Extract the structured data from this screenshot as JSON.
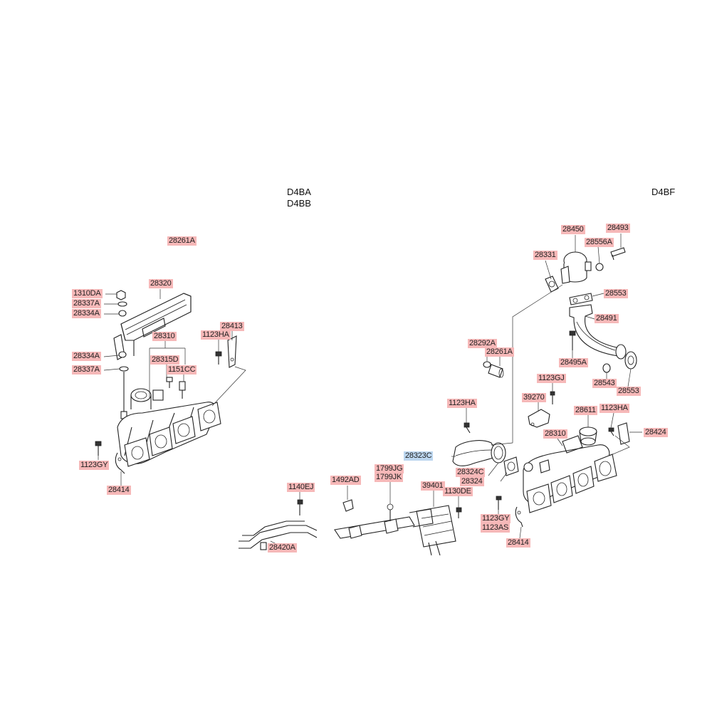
{
  "engine_headers": {
    "left": [
      "D4BA",
      "D4BB"
    ],
    "right": "D4BF"
  },
  "left_labels": {
    "assembly": "28261A",
    "heat_shield": "28320",
    "nut": "1310DA",
    "washer_a_top": "28337A",
    "spacer_top": "28334A",
    "spacer_bottom": "28334A",
    "washer_a_bottom": "28337A",
    "manifold": "28310",
    "stud": "28315D",
    "plug": "1151CC",
    "bolt_bracket": "1123HA",
    "bracket": "28413",
    "bolt_gy": "1123GY",
    "hanger": "28414"
  },
  "right_labels": {
    "egr_valve": "28450",
    "bolt_egr": "28493",
    "washer_egr": "28556A",
    "gasket_egr": "28331",
    "gasket_pipe": "28553",
    "egr_pipe": "28491",
    "bolt_pipe": "28495A",
    "nut_pipe": "28543",
    "gasket_pipe_end": "28553",
    "sleeve_a": "28292A",
    "sleeve_b": "28261A",
    "bolt_gj": "1123GJ",
    "sensor": "39270",
    "cap": "28611",
    "bolt_ha_right": "1123HA",
    "bracket_right": "28424",
    "bolt_ha_mid": "1123HA",
    "elbow": "28323C",
    "gasket_c": "28324C",
    "gasket": "28324",
    "manifold_right": "28310",
    "bolt_de": "1130DE",
    "bolt_gy_right": "1123GY",
    "bolt_as": "1123AS",
    "hanger_right": "28414",
    "bolt_ej": "1140EJ",
    "clip_ad": "1492AD",
    "clip_jg": "1799JG",
    "clip_jk": "1799JK",
    "bracket_sensor": "39401",
    "tube": "28420A"
  },
  "selected_part": "28323C",
  "colors": {
    "label_background": "#f6b8b8",
    "selected_label_background": "#bcd6ef",
    "line": "#222222"
  }
}
